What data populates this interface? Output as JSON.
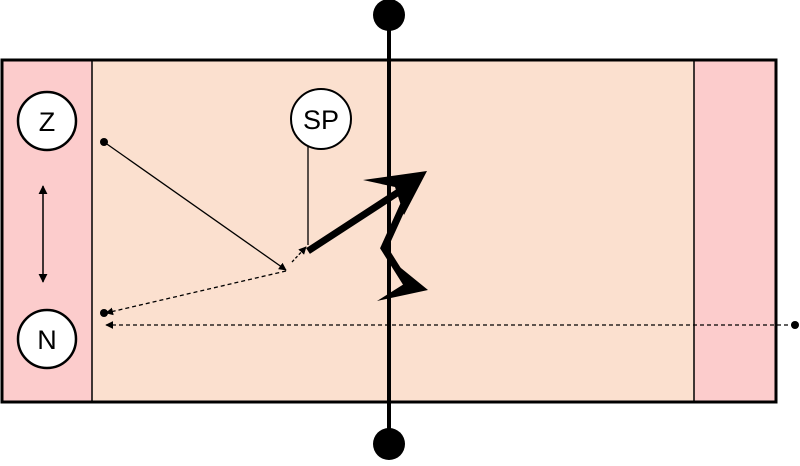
{
  "colors": {
    "court": "#fbe0cf",
    "end_zone": "#fccccc",
    "line": "#000000",
    "marker_fill": "#ffffff"
  },
  "markers": {
    "z": "Z",
    "n": "N",
    "sp": "SP"
  }
}
